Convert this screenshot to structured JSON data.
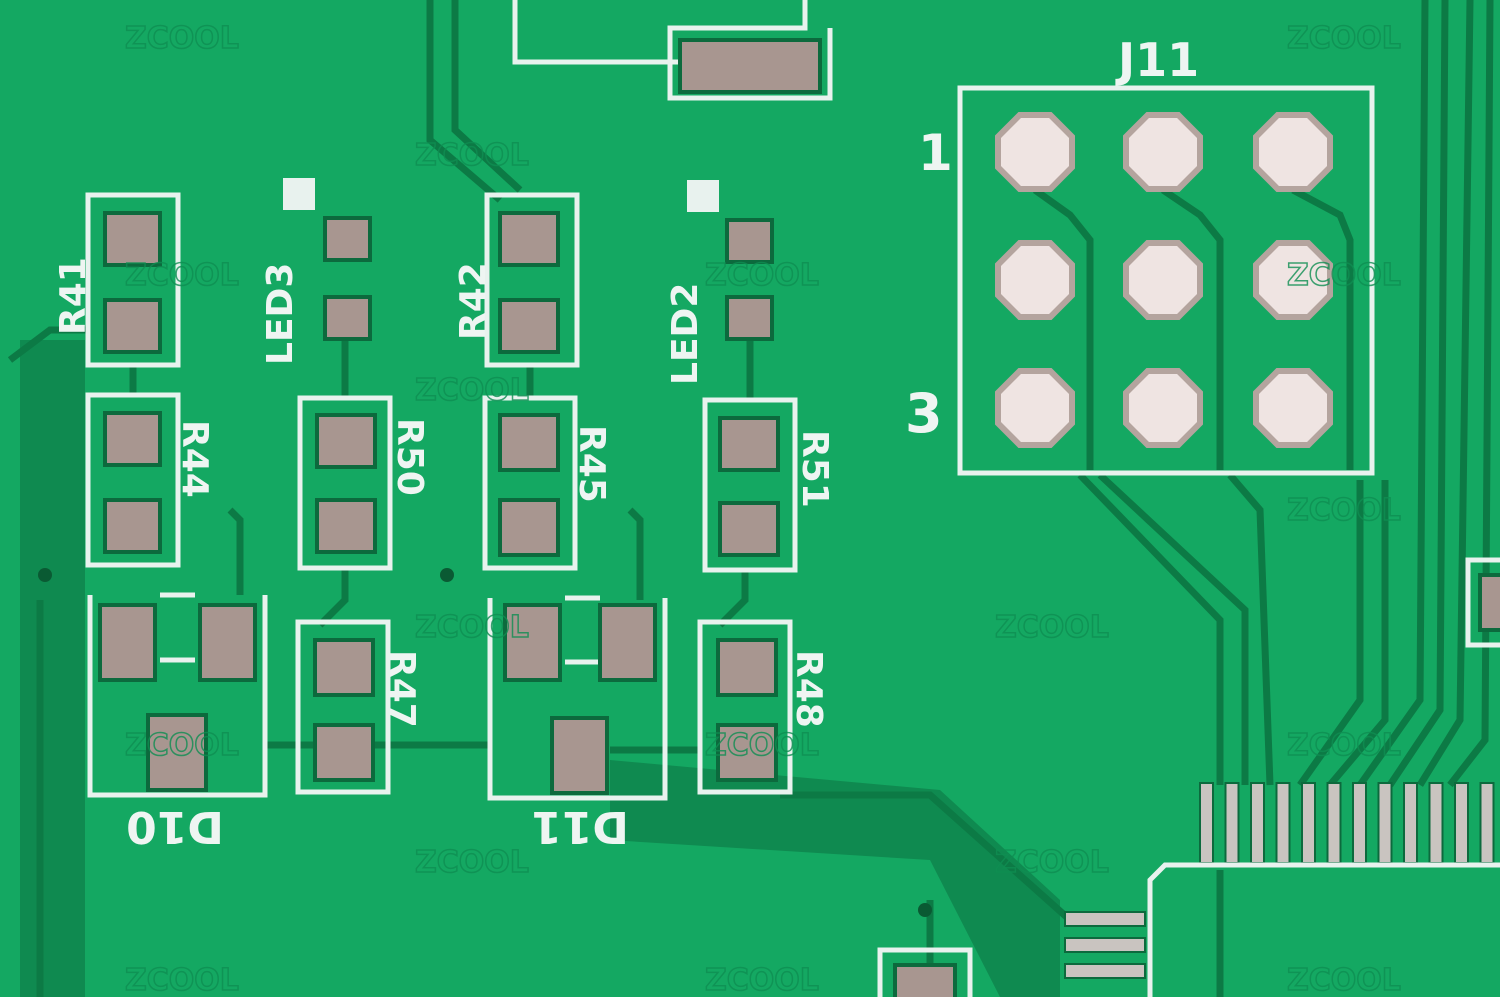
{
  "watermark": "ZCOOL",
  "labels": {
    "j11": "J11",
    "pin1": "1",
    "pin3": "3",
    "r41": "R41",
    "led3": "LED3",
    "r42": "R42",
    "led2": "LED2",
    "r44": "R44",
    "r50": "R50",
    "r45": "R45",
    "r51": "R51",
    "r47": "R47",
    "r48": "R48",
    "d10": "D10",
    "d11": "D11"
  },
  "colors": {
    "board": "#14a862",
    "trace": "#0c7a45",
    "silkscreen": "#eef5f2",
    "pad": "#a89690"
  }
}
